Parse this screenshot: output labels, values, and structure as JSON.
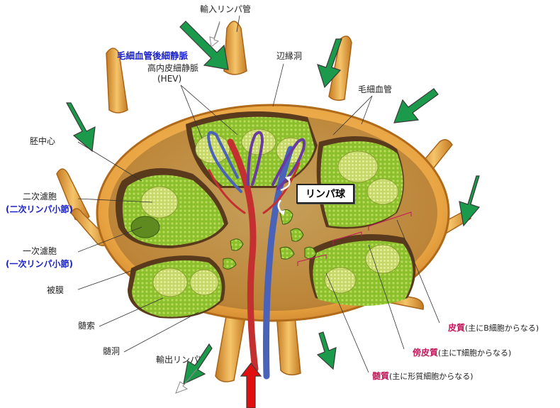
{
  "labels": {
    "afferent": "輸入リンパ管",
    "postcap_venule": "毛細血管後細静脈",
    "hev_1": "高内皮細静脈",
    "hev_2": "(HEV)",
    "marginal_sinus": "辺縁洞",
    "capillary": "毛細血管",
    "germinal_center": "胚中心",
    "secondary_follicle": "二次濾胞",
    "secondary_nodule": "(二次リンパ小節)",
    "primary_follicle": "一次濾胞",
    "primary_nodule": "(一次リンパ小節)",
    "capsule": "被膜",
    "medullary_cord": "髄索",
    "medullary_sinus": "髄洞",
    "efferent": "輸出リンパ管",
    "lymphocyte": "リンパ球",
    "cortex": "皮質",
    "cortex_note": "(主にB細胞からなる)",
    "paracortex": "傍皮質",
    "paracortex_note": "(主にT細胞からなる)",
    "medulla": "髄質",
    "medulla_note": "(主に形質細胞からなる)"
  },
  "colors": {
    "arrow_green": "#1a9a4a",
    "arrow_red": "#e01010",
    "capsule": "#e8a23c",
    "tissue_green": "#86b82a",
    "artery": "#c43030",
    "vein": "#4a62b8",
    "highlight_blue": "#1a22c8",
    "highlight_pink": "#c2185b"
  }
}
